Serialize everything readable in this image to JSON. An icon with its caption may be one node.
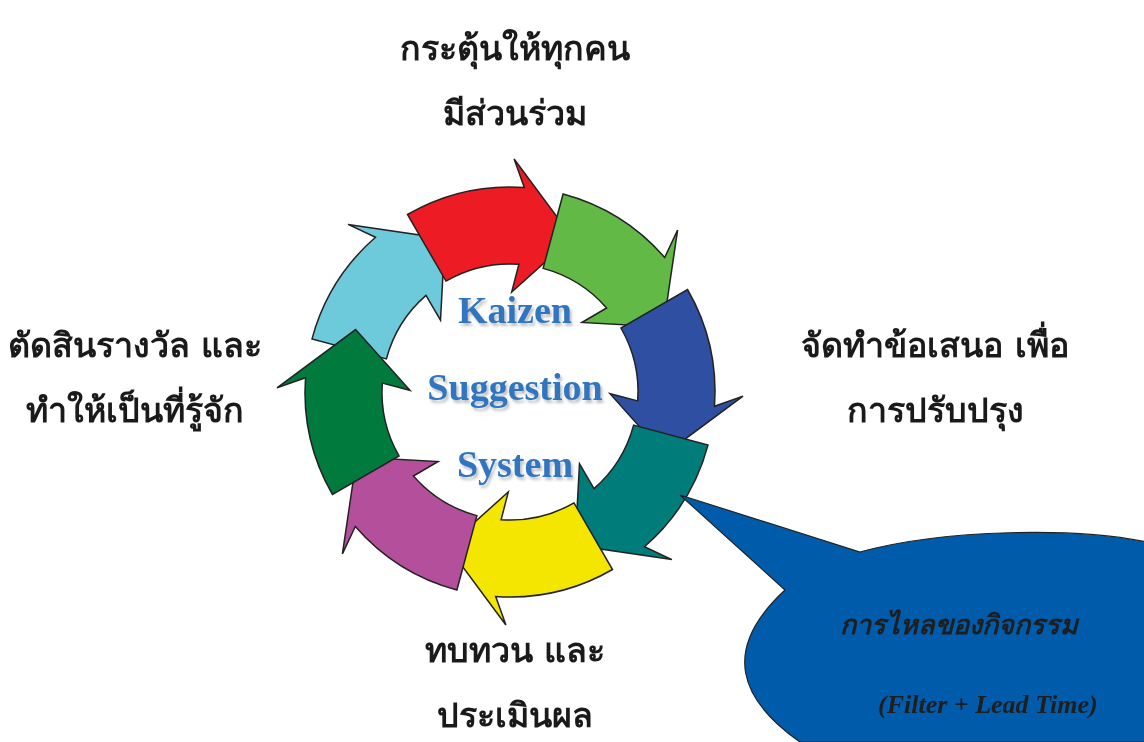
{
  "diagram": {
    "nodes": [
      {
        "text": [
          "การไหลของกิจกรรม",
          "(Filter + Lead Time)"
        ]
      }
    ],
    "labels": [
      "กระตุ้นให้ทุกคน มีส่วนร่วม",
      "ตัดสินรางวัล และ ทำให้เป็นที่รู้จัก",
      "Kaizen Suggestion System",
      "จัดทำข้อเสนอ เพื่อ การปรับปรุง",
      "ทบทวน และ ประเมินผล"
    ]
  }
}
